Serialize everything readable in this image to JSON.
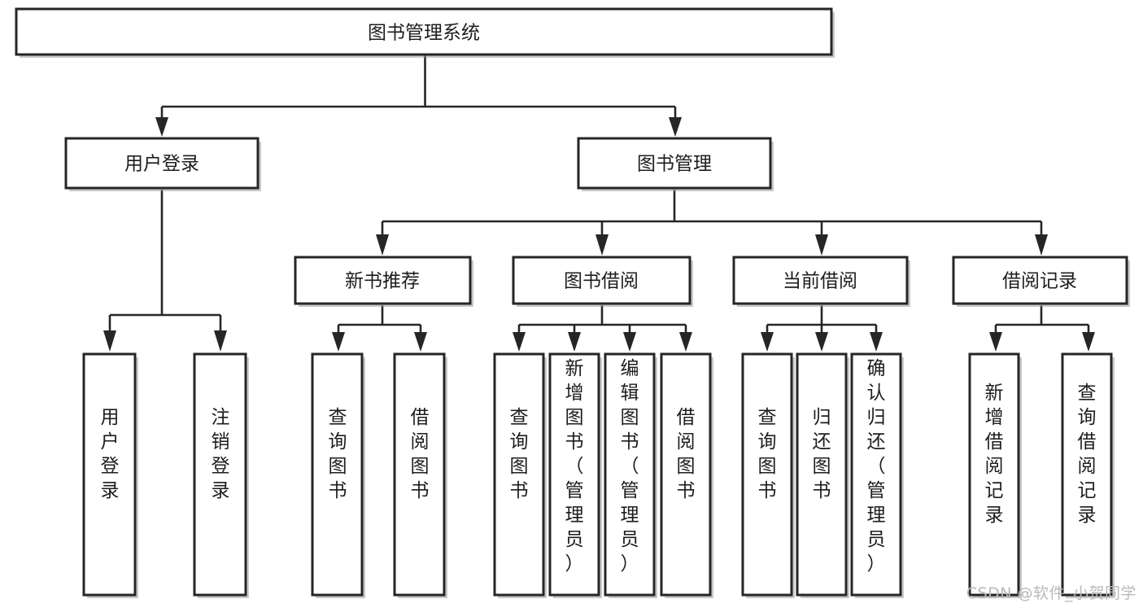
{
  "diagram": {
    "title": "图书管理系统",
    "type": "tree-hierarchy",
    "orientation": "top-down",
    "watermark": "CSDN @软件_小贺同学",
    "colors": {
      "node_fill": "#ffffff",
      "node_stroke": "#262626",
      "edge": "#262626",
      "text": "#1d1d1d",
      "watermark": "#b9b9b9",
      "background": "#ffffff"
    },
    "levels": [
      {
        "level": 0,
        "nodes": [
          {
            "id": "root",
            "label": "图书管理系统",
            "orientation": "horizontal"
          }
        ]
      },
      {
        "level": 1,
        "nodes": [
          {
            "id": "login",
            "label": "用户登录",
            "orientation": "horizontal",
            "parent": "root"
          },
          {
            "id": "bookmgmt",
            "label": "图书管理",
            "orientation": "horizontal",
            "parent": "root"
          }
        ]
      },
      {
        "level": 2,
        "nodes": [
          {
            "id": "newbook",
            "label": "新书推荐",
            "orientation": "horizontal",
            "parent": "bookmgmt"
          },
          {
            "id": "borrow",
            "label": "图书借阅",
            "orientation": "horizontal",
            "parent": "bookmgmt"
          },
          {
            "id": "current",
            "label": "当前借阅",
            "orientation": "horizontal",
            "parent": "bookmgmt"
          },
          {
            "id": "records",
            "label": "借阅记录",
            "orientation": "horizontal",
            "parent": "bookmgmt"
          }
        ]
      },
      {
        "level": 3,
        "nodes": [
          {
            "id": "leaf1",
            "label": "用户登录",
            "orientation": "vertical",
            "parent": "login"
          },
          {
            "id": "leaf2",
            "label": "注销登录",
            "orientation": "vertical",
            "parent": "login"
          },
          {
            "id": "leaf3",
            "label": "查询图书",
            "orientation": "vertical",
            "parent": "newbook"
          },
          {
            "id": "leaf4",
            "label": "借阅图书",
            "orientation": "vertical",
            "parent": "newbook"
          },
          {
            "id": "leaf5",
            "label": "查询图书",
            "orientation": "vertical",
            "parent": "borrow"
          },
          {
            "id": "leaf6",
            "label": "新增图书（管理员）",
            "orientation": "vertical",
            "parent": "borrow"
          },
          {
            "id": "leaf7",
            "label": "编辑图书（管理员）",
            "orientation": "vertical",
            "parent": "borrow"
          },
          {
            "id": "leaf8",
            "label": "借阅图书",
            "orientation": "vertical",
            "parent": "borrow"
          },
          {
            "id": "leaf9",
            "label": "查询图书",
            "orientation": "vertical",
            "parent": "current"
          },
          {
            "id": "leaf10",
            "label": "归还图书",
            "orientation": "vertical",
            "parent": "current"
          },
          {
            "id": "leaf11",
            "label": "确认归还（管理员）",
            "orientation": "vertical",
            "parent": "current"
          },
          {
            "id": "leaf12",
            "label": "新增借阅记录",
            "orientation": "vertical",
            "parent": "records"
          },
          {
            "id": "leaf13",
            "label": "查询借阅记录",
            "orientation": "vertical",
            "parent": "records"
          }
        ]
      }
    ]
  }
}
